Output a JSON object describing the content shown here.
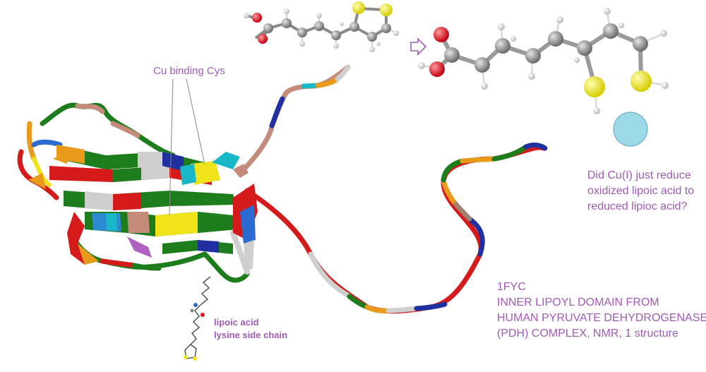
{
  "labels": {
    "cu_binding": "Cu binding Cys",
    "question": [
      "Did Cu(I) just reduce",
      "oxidized lipoic acid to",
      "reduced lipioc acid?"
    ],
    "side_chain": [
      "lipoic acid",
      "lysine side chain"
    ],
    "pdb_caption": [
      "1FYC",
      "INNER LIPOYL DOMAIN FROM",
      "HUMAN PYRUVATE DEHYDROGENASE",
      "(PDH) COMPLEX, NMR, 1 structure"
    ]
  },
  "colors": {
    "label_purple": "#a05ab5",
    "oxygen": "#e8121b",
    "carbon": "#8a8a8a",
    "hydrogen": "#e8e8e8",
    "sulfur": "#f2ee1c",
    "copper_ion": "#9dd8e6",
    "green": "#1d7d1d",
    "red": "#d41a1a",
    "blue": "#2130a0",
    "orange": "#e89a1a",
    "yellow": "#f0e31a",
    "salmon": "#c89080",
    "grey": "#c8c8c8",
    "cyan": "#19b8c8",
    "violet": "#b060c0"
  },
  "icons": {
    "reaction_arrow": "open-right-arrow",
    "cu_ion": "sphere"
  }
}
